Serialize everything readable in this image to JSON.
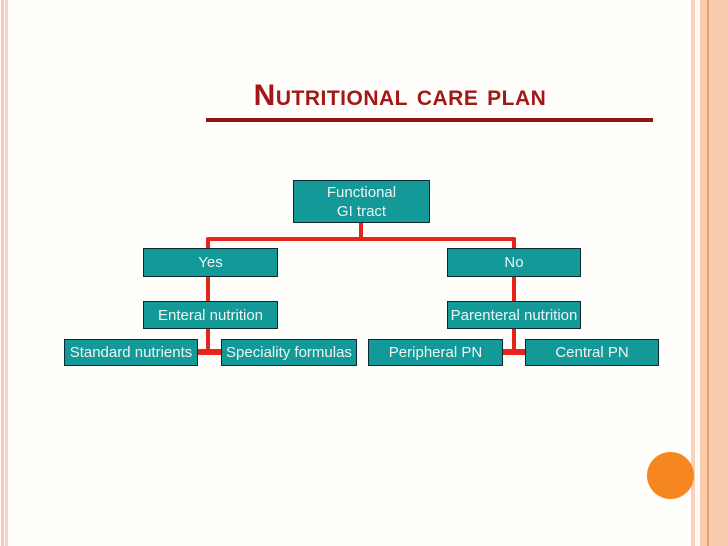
{
  "title": {
    "text": "Nutritional care plan"
  },
  "flowchart": {
    "root_line1": "Functional",
    "root_line2": "GI tract",
    "yes": "Yes",
    "no": "No",
    "enteral": "Enteral nutrition",
    "parenteral": "Parenteral nutrition",
    "standard": "Standard nutrients",
    "speciality": "Speciality formulas",
    "peripheral": "Peripheral PN",
    "central": "Central PN"
  },
  "colors": {
    "title_text": "#A21717",
    "title_underline": "#8E1512",
    "node_fill": "#149999",
    "node_border": "#0A2A33",
    "node_text": "#EDF5F4",
    "connector_red": "#E8231C",
    "accent_circle_orange": "#F6861F",
    "edge_stripe_peach": "#FACCAE",
    "slide_background": "#FFFEFB"
  }
}
